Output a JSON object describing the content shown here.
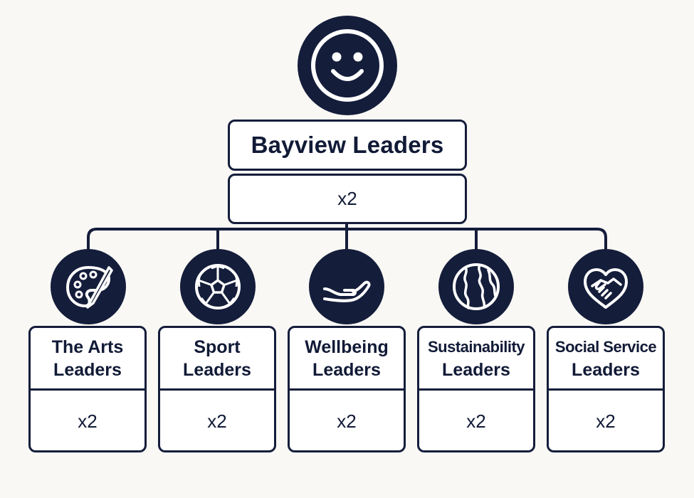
{
  "root": {
    "icon": "smiley-face-icon",
    "title": "Bayview Leaders",
    "count": "x2"
  },
  "groups": [
    {
      "icon": "palette-icon",
      "line1": "The Arts",
      "line2": "Leaders",
      "count": "x2"
    },
    {
      "icon": "soccer-ball-icon",
      "line1": "Sport",
      "line2": "Leaders",
      "count": "x2"
    },
    {
      "icon": "helping-hand-icon",
      "line1": "Wellbeing",
      "line2": "Leaders",
      "count": "x2"
    },
    {
      "icon": "globe-icon",
      "line1": "Sustainability",
      "line2": "Leaders",
      "count": "x2"
    },
    {
      "icon": "handshake-heart-icon",
      "line1": "Social Service",
      "line2": "Leaders",
      "count": "x2"
    }
  ],
  "colors": {
    "navy": "#141d3a",
    "background": "#f9f8f5",
    "box": "#ffffff"
  }
}
